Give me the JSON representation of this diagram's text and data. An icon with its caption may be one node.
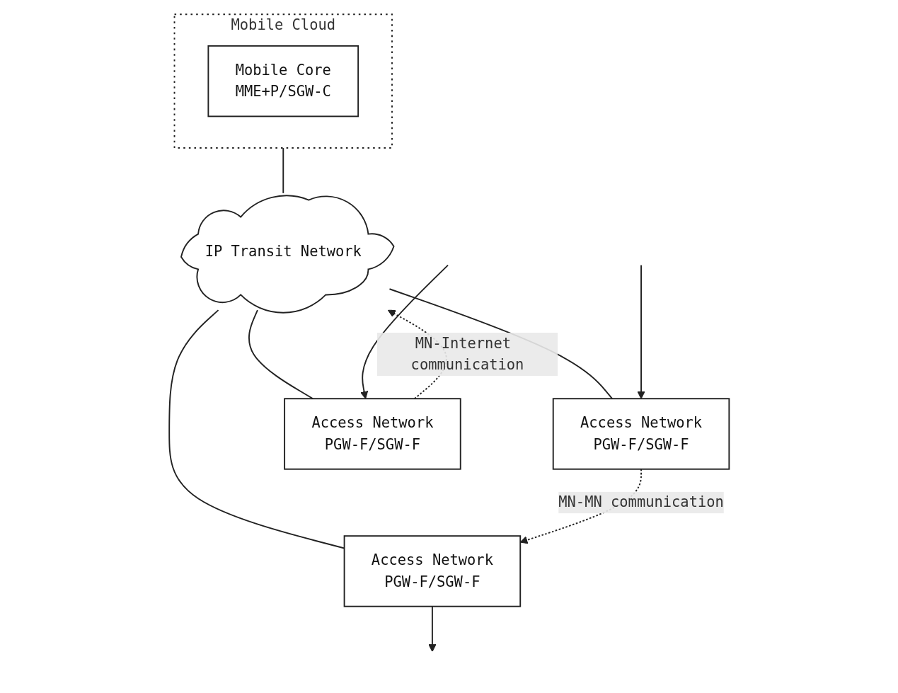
{
  "diagram": {
    "nodes": [
      {
        "text": [
          "Mobile Cloud"
        ]
      },
      {
        "text": [
          "Mobile Core",
          "MME+P/SGW-C"
        ],
        "in": 0
      },
      {
        "text": [
          "IP Transit Network"
        ]
      },
      {
        "text": [
          "Access Network",
          "PGW-F/SGW-F"
        ]
      },
      {
        "text": [
          "Access Network",
          "PGW-F/SGW-F"
        ]
      },
      {
        "text": [
          "Access Network",
          "PGW-F/SGW-F"
        ]
      }
    ],
    "edges": [
      {
        "from": 0,
        "to": 2,
        "arrow": "none"
      },
      {
        "from": 2,
        "to": 3,
        "arrow": "none"
      },
      {
        "from": 2,
        "to": 4,
        "arrow": "none"
      },
      {
        "from": 2,
        "to": 5,
        "arrow": "none"
      },
      {
        "from": null,
        "to": 4,
        "arrow": "to"
      },
      {
        "from": 4,
        "to": 2,
        "arrow": "to",
        "label": "MN-Internet communication",
        "style": "dashed"
      },
      {
        "from": null,
        "to": 3,
        "arrow": "to"
      },
      {
        "from": 3,
        "to": 5,
        "arrow": "to",
        "label": "MN-MN communication",
        "style": "dashed"
      },
      {
        "from": 5,
        "to": null,
        "arrow": "to"
      }
    ]
  }
}
